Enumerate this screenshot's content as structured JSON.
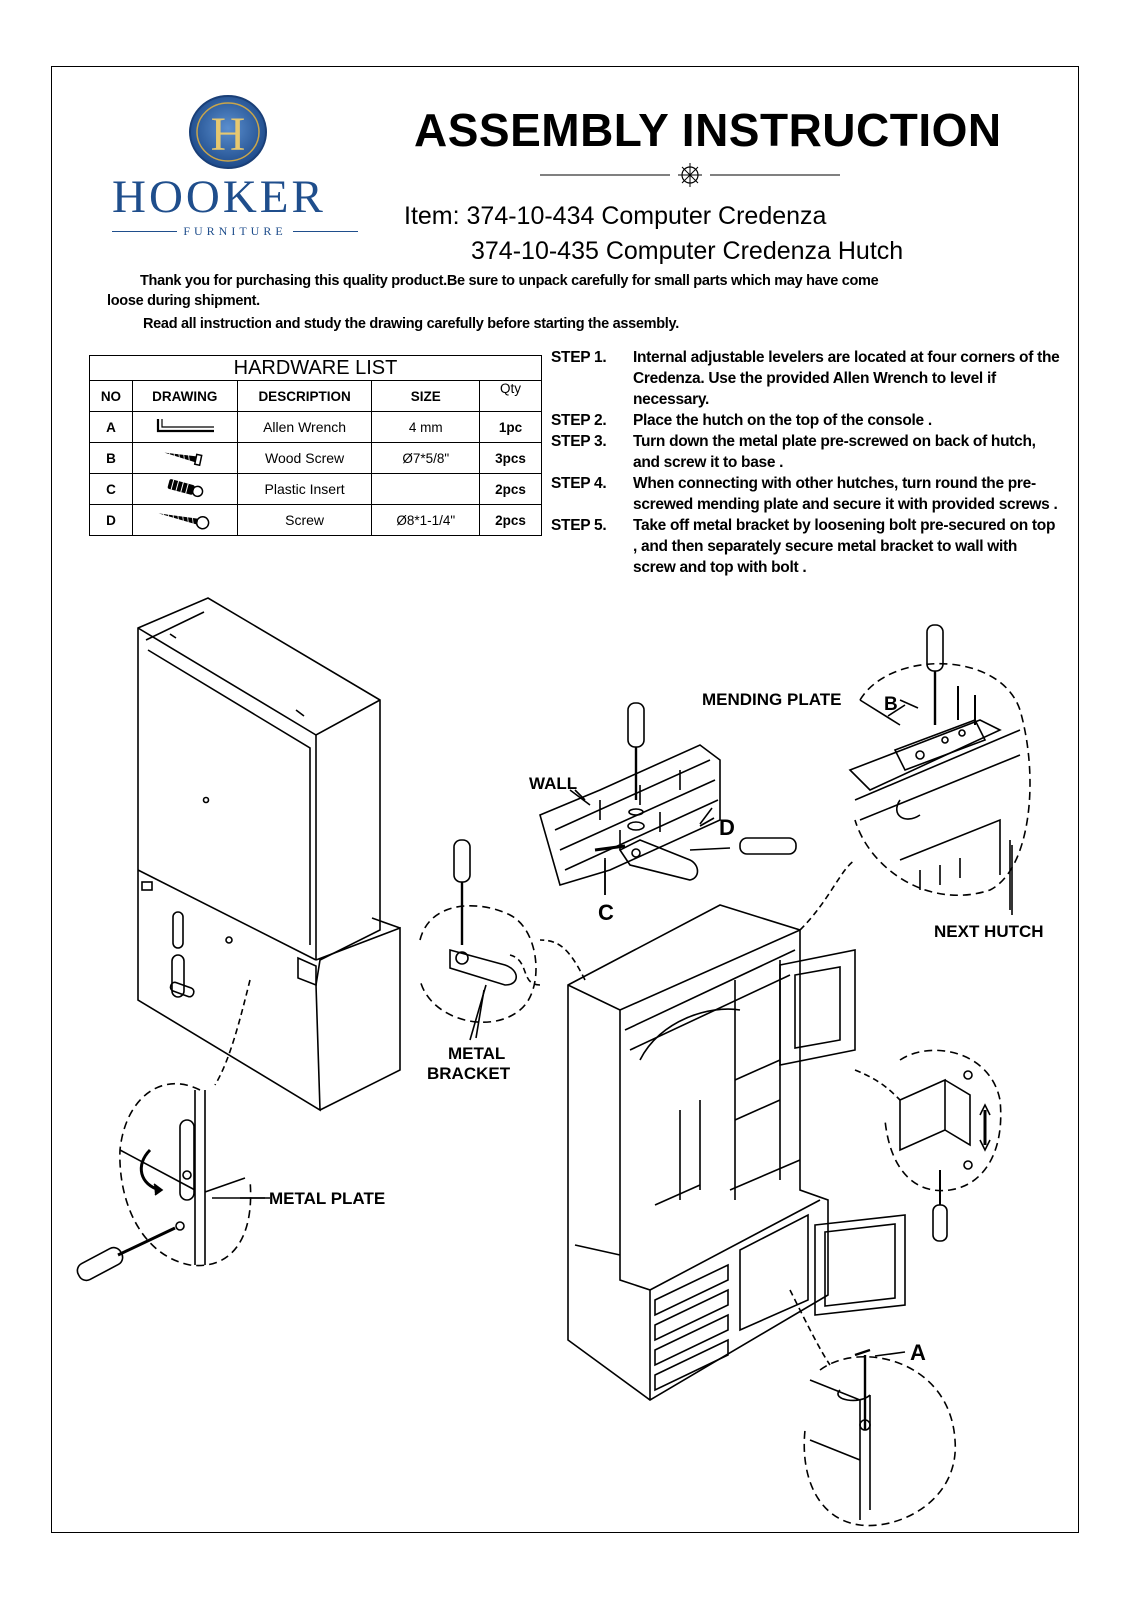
{
  "brand": {
    "name": "HOOKER",
    "sub": "FURNITURE",
    "monogram": "H"
  },
  "title": "ASSEMBLY INSTRUCTION",
  "items": {
    "line1": "Item: 374-10-434  Computer  Credenza",
    "line2": "374-10-435  Computer  Credenza  Hutch"
  },
  "intro": {
    "p1_line1": "Thank you for purchasing this quality product.Be sure to unpack carefully for small parts which may have come",
    "p1_line2": "loose during shipment.",
    "p2": "Read all instruction and study the drawing carefully before starting the assembly."
  },
  "hardware": {
    "caption": "HARDWARE  LIST",
    "headers": [
      "NO",
      "DRAWING",
      "DESCRIPTION",
      "SIZE",
      "Qty"
    ],
    "rows": [
      {
        "no": "A",
        "description": "Allen Wrench",
        "size": "4 mm",
        "qty": "1pc",
        "drawing_icon": "allen-wrench-icon"
      },
      {
        "no": "B",
        "description": "Wood Screw",
        "size": "Ø7*5/8\"",
        "qty": "3pcs",
        "drawing_icon": "wood-screw-icon"
      },
      {
        "no": "C",
        "description": "Plastic Insert",
        "size": "",
        "qty": "2pcs",
        "drawing_icon": "plastic-insert-icon"
      },
      {
        "no": "D",
        "description": "Screw",
        "size": "Ø8*1-1/4\"",
        "qty": "2pcs",
        "drawing_icon": "screw-icon"
      }
    ]
  },
  "steps": [
    {
      "label": "STEP 1.",
      "text": "Internal adjustable levelers are located at four corners of the Credenza. Use the provided Allen Wrench to level if necessary."
    },
    {
      "label": "STEP 2.",
      "text": "Place the hutch on the top of the console ."
    },
    {
      "label": "STEP 3.",
      "text": "Turn down the metal plate pre-screwed on back of hutch, and screw it to base ."
    },
    {
      "label": "STEP 4.",
      "text": "When connecting with other hutches,  turn round the pre-screwed mending plate and secure it with provided screws ."
    },
    {
      "label": "STEP 5.",
      "text": "Take off metal bracket by loosening bolt pre-secured on top , and then separately secure metal bracket to wall with screw and top with bolt ."
    }
  ],
  "callouts": {
    "mending_plate": "MENDING  PLATE",
    "b": "B",
    "wall": "WALL",
    "d": "D",
    "c": "C",
    "next_hutch": "NEXT HUTCH",
    "metal_bracket_1": "METAL",
    "metal_bracket_2": "BRACKET",
    "metal_plate": "METAL PLATE",
    "a": "A"
  }
}
